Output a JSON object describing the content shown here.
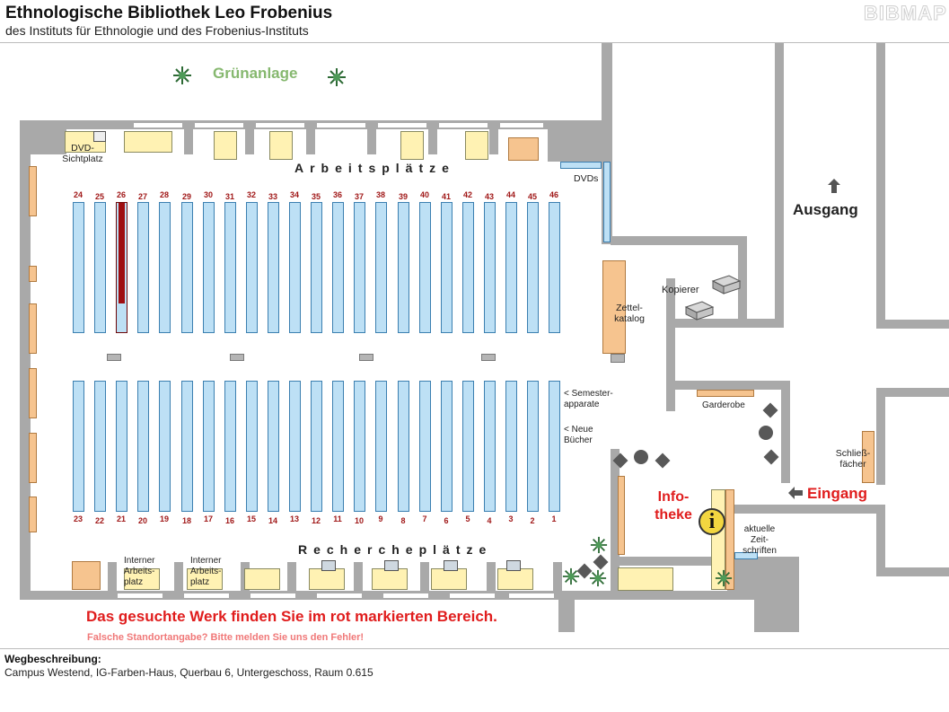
{
  "header": {
    "title": "Ethnologische Bibliothek Leo Frobenius",
    "subtitle": "des Instituts für Ethnologie und des Frobenius-Instituts",
    "logo": "BIBMAP"
  },
  "map": {
    "green_area": "Grünanlage",
    "dvd_viewing": "DVD-\nSichtplatz",
    "workplaces": "Arbeitsplätze",
    "research_places": "Rechercheplätze",
    "dvds": "DVDs",
    "card_catalog": "Zettel-\nkatalog",
    "copier": "Kopierer",
    "exit": "Ausgang",
    "entrance": "Eingang",
    "cloakroom": "Garderobe",
    "lockers": "Schließ-\nfächer",
    "info_desk": "Info-\ntheke",
    "info_icon": "i",
    "journals": "aktuelle\nZeit-\nschriften",
    "semester": "< Semester-\napparate",
    "new_books": "< Neue\nBücher",
    "internal_1": "Interner\nArbeits-\nplatz",
    "internal_2": "Interner\nArbeits-\nplatz",
    "top_seats": [
      "24",
      "25",
      "26",
      "27",
      "28",
      "29",
      "30",
      "31",
      "32",
      "33",
      "34",
      "35",
      "36",
      "37",
      "38",
      "39",
      "40",
      "41",
      "42",
      "43",
      "44",
      "45",
      "46"
    ],
    "bottom_seats": [
      "23",
      "22",
      "21",
      "20",
      "19",
      "18",
      "17",
      "16",
      "15",
      "14",
      "13",
      "12",
      "11",
      "10",
      "9",
      "8",
      "7",
      "6",
      "5",
      "4",
      "3",
      "2",
      "1"
    ],
    "highlighted_seat": "26",
    "highlight_color": "#9e0d10"
  },
  "notice": {
    "main": "Das gesuchte Werk finden Sie im rot markierten Bereich.",
    "sub": "Falsche Standortangabe? Bitte melden Sie uns den Fehler!"
  },
  "directions": {
    "heading": "Wegbeschreibung:",
    "text": "Campus Westend, IG-Farben-Haus, Querbau 6, Untergeschoss, Raum 0.615"
  }
}
